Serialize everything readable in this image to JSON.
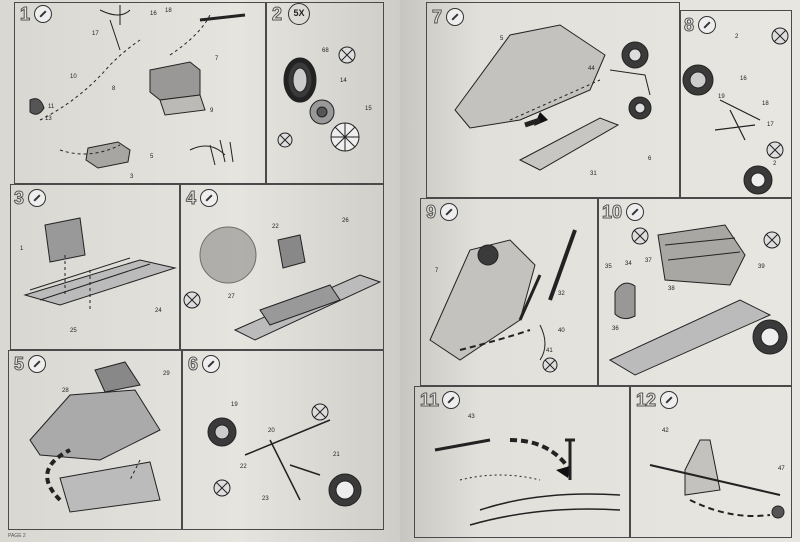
{
  "left_page": {
    "footer": "PAGE 2",
    "steps": [
      {
        "number": "1"
      },
      {
        "number": "2",
        "quantity": "5X"
      },
      {
        "number": "3"
      },
      {
        "number": "4"
      },
      {
        "number": "5"
      },
      {
        "number": "6"
      }
    ],
    "labels": {
      "p1": [
        "17",
        "18",
        "16",
        "10",
        "7",
        "11",
        "8",
        "9",
        "13",
        "3",
        "5"
      ],
      "p2": [
        "68",
        "14",
        "15"
      ],
      "p3": [
        "1",
        "24",
        "25"
      ],
      "p4": [
        "22",
        "26",
        "27"
      ],
      "p5": [
        "29",
        "28"
      ],
      "p6": [
        "19",
        "20",
        "22",
        "21",
        "23"
      ]
    }
  },
  "right_page": {
    "steps": [
      {
        "number": "7"
      },
      {
        "number": "8"
      },
      {
        "number": "9"
      },
      {
        "number": "10"
      },
      {
        "number": "11"
      },
      {
        "number": "12"
      }
    ],
    "labels": {
      "p7": [
        "5",
        "44",
        "6",
        "31"
      ],
      "p8": [
        "2",
        "16",
        "19",
        "18",
        "17",
        "2"
      ],
      "p9": [
        "7",
        "32",
        "40",
        "41"
      ],
      "p10": [
        "35",
        "34",
        "37",
        "36",
        "38",
        "39"
      ],
      "p11": [
        "43"
      ],
      "p12": [
        "42",
        "47"
      ]
    }
  }
}
